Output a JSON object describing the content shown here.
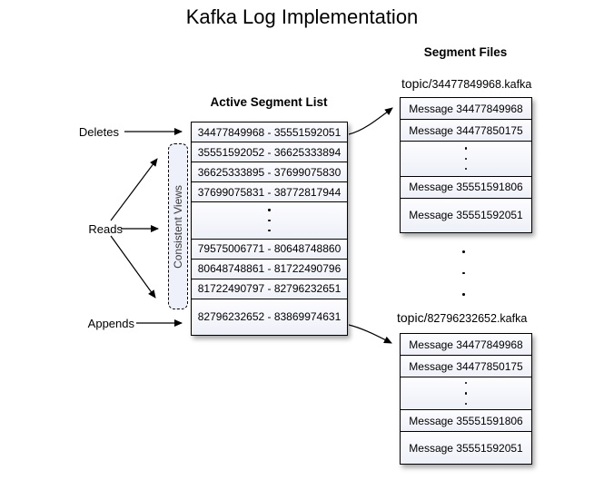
{
  "title": "Kafka Log Implementation",
  "consistent_views_label": "Consistent Views",
  "left_labels": {
    "deletes": "Deletes",
    "reads": "Reads",
    "appends": "Appends"
  },
  "active_segment_list": {
    "heading": "Active Segment List",
    "rows": [
      "34477849968 - 35551592051",
      "35551592052 - 36625333894",
      "36625333895 - 37699075830",
      "37699075831 - 38772817944",
      "79575006771 - 80648748860",
      "80648748861 - 81722490796",
      "81722490797 - 82796232651",
      "82796232652 - 83869974631"
    ]
  },
  "segment_files": {
    "heading": "Segment Files",
    "top": {
      "topic_prefix": "topic/",
      "file": "34477849968.kafka",
      "messages": [
        "Message 34477849968",
        "Message 34477850175",
        "Message 35551591806",
        "Message 35551592051"
      ]
    },
    "bottom": {
      "topic_prefix": "topic/",
      "file": "82796232652.kafka",
      "messages": [
        "Message 34477849968",
        "Message 34477850175",
        "Message 35551591806",
        "Message 35551592051"
      ]
    }
  },
  "colors": {
    "cell_fill": "#eef0f9",
    "border": "#000000",
    "consistent_views_fill": "#eef0fa"
  }
}
